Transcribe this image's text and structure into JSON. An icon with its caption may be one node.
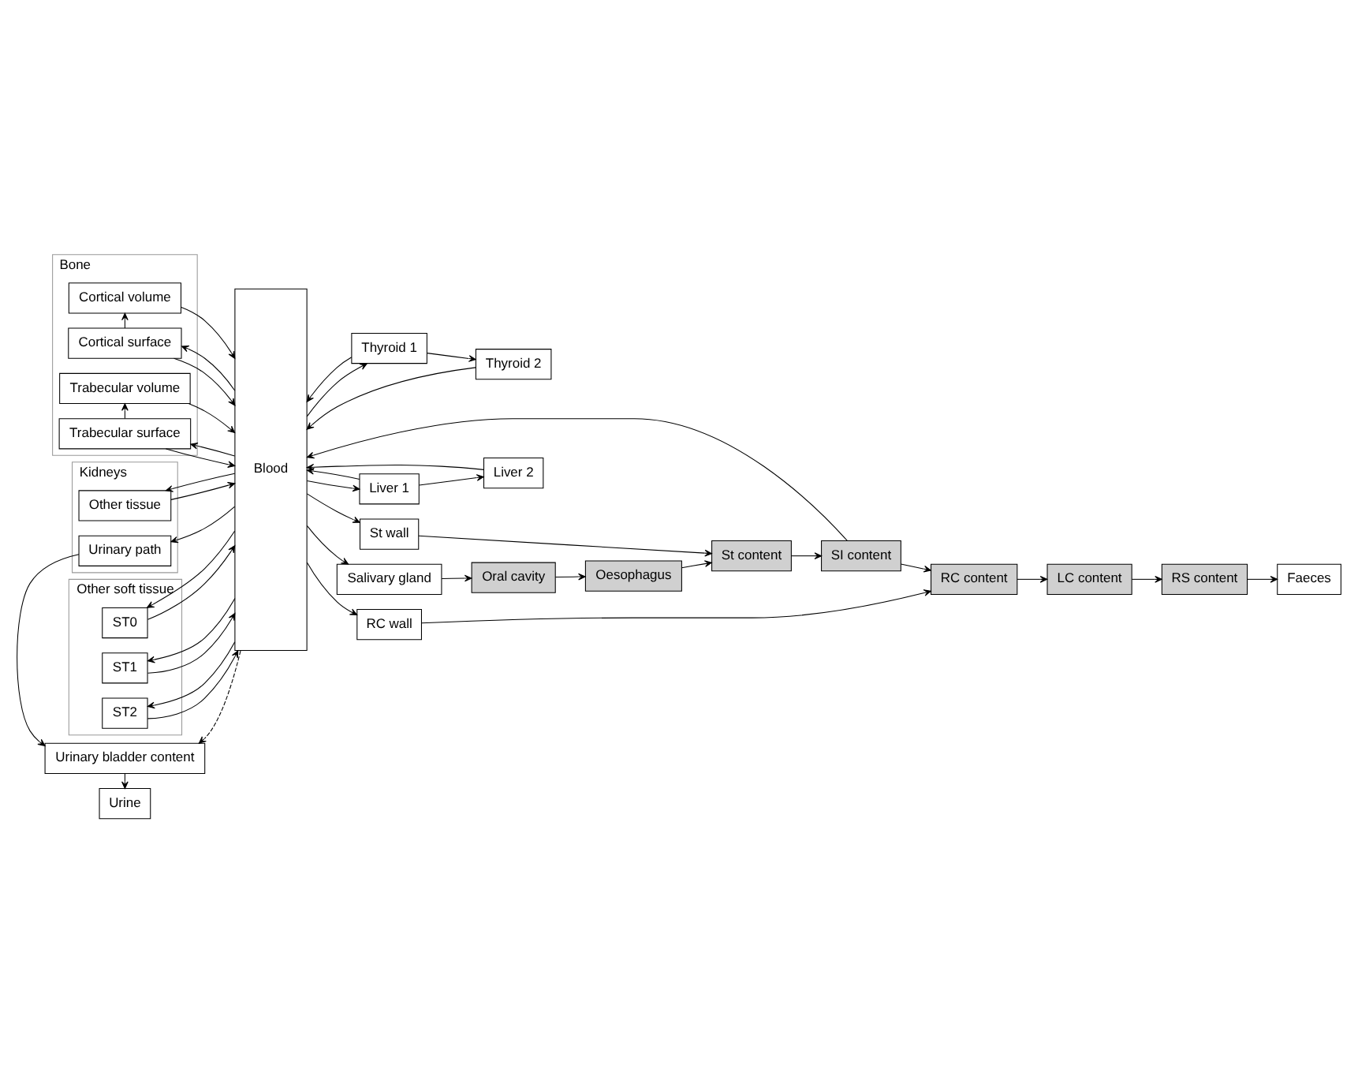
{
  "diagram": {
    "nodes": [
      {
        "text": [
          "Other soft tissue"
        ]
      },
      {
        "text": [
          "ST0"
        ],
        "in": 0
      },
      {
        "text": [
          "ST1"
        ],
        "in": 0
      },
      {
        "text": [
          "ST2"
        ],
        "in": 0
      },
      {
        "text": [
          "Blood"
        ]
      },
      {
        "text": [
          "Thyroid 1"
        ]
      },
      {
        "text": [
          "Thyroid 2"
        ]
      },
      {
        "text": [
          "Salivary gland"
        ]
      },
      {
        "text": [
          "Bone"
        ]
      },
      {
        "text": [
          "Cortical volume"
        ],
        "in": 8
      },
      {
        "text": [
          "Cortical surface"
        ],
        "in": 8
      },
      {
        "text": [
          "Liver 2"
        ]
      },
      {
        "text": [
          "Oral cavity"
        ]
      },
      {
        "text": [
          "Liver 1"
        ]
      },
      {
        "text": [
          "Oesophagus"
        ]
      },
      {
        "text": [
          "Trabecular volume"
        ],
        "in": 8
      },
      {
        "text": [
          "Trabecular surface"
        ],
        "in": 8
      },
      {
        "text": [
          "St wall"
        ]
      },
      {
        "text": [
          "St content"
        ]
      },
      {
        "text": [
          "SI content"
        ]
      },
      {
        "text": [
          "Kidneys"
        ]
      },
      {
        "text": [
          "Other tissue"
        ],
        "in": 20
      },
      {
        "text": [
          "RC wall"
        ]
      },
      {
        "text": [
          "RC content"
        ]
      },
      {
        "text": [
          "LC content"
        ]
      },
      {
        "text": [
          "Urinary bladder content"
        ]
      },
      {
        "text": [
          "Urine"
        ]
      },
      {
        "text": [
          "Urinary path"
        ],
        "in": 20
      },
      {
        "text": [
          "RS content"
        ]
      },
      {
        "text": [
          "Faeces"
        ]
      }
    ],
    "edges": [
      {
        "from": 4,
        "to": 1,
        "arrow": "to"
      },
      {
        "from": 1,
        "to": 4,
        "arrow": "to"
      },
      {
        "from": 4,
        "to": 2,
        "arrow": "to"
      },
      {
        "from": 2,
        "to": 4,
        "arrow": "to"
      },
      {
        "from": 4,
        "to": 3,
        "arrow": "to"
      },
      {
        "from": 3,
        "to": 4,
        "arrow": "to"
      },
      {
        "from": 4,
        "to": 5,
        "arrow": "to"
      },
      {
        "from": 5,
        "to": 4,
        "arrow": "to"
      },
      {
        "from": 6,
        "to": 4,
        "arrow": "to"
      },
      {
        "from": 5,
        "to": 6,
        "arrow": "to"
      },
      {
        "from": 4,
        "to": 7,
        "arrow": "to"
      },
      {
        "from": 7,
        "to": 12,
        "arrow": "to"
      },
      {
        "from": 9,
        "to": 4,
        "arrow": "to"
      },
      {
        "from": 10,
        "to": 4,
        "arrow": "to"
      },
      {
        "from": 4,
        "to": 10,
        "arrow": "to"
      },
      {
        "from": 10,
        "to": 9,
        "arrow": "to"
      },
      {
        "from": 11,
        "to": 4,
        "arrow": "to"
      },
      {
        "from": 4,
        "to": 13,
        "arrow": "to"
      },
      {
        "from": 13,
        "to": 4,
        "arrow": "to"
      },
      {
        "from": 13,
        "to": 11,
        "arrow": "to"
      },
      {
        "from": 12,
        "to": 14,
        "arrow": "to"
      },
      {
        "from": 16,
        "to": 4,
        "arrow": "to"
      },
      {
        "from": 4,
        "to": 16,
        "arrow": "to"
      },
      {
        "from": 16,
        "to": 15,
        "arrow": "to"
      },
      {
        "from": 15,
        "to": 4,
        "arrow": "to"
      },
      {
        "from": 4,
        "to": 17,
        "arrow": "to"
      },
      {
        "from": 17,
        "to": 18,
        "arrow": "to"
      },
      {
        "from": 14,
        "to": 18,
        "arrow": "to"
      },
      {
        "from": 18,
        "to": 19,
        "arrow": "to"
      },
      {
        "from": 19,
        "to": 4,
        "arrow": "to"
      },
      {
        "from": 19,
        "to": 23,
        "arrow": "to"
      },
      {
        "from": 4,
        "to": 22,
        "arrow": "to"
      },
      {
        "from": 22,
        "to": 23,
        "arrow": "to"
      },
      {
        "from": 23,
        "to": 24,
        "arrow": "to"
      },
      {
        "from": 24,
        "to": 28,
        "arrow": "to"
      },
      {
        "from": 28,
        "to": 29,
        "arrow": "to"
      },
      {
        "from": 4,
        "to": 21,
        "arrow": "to"
      },
      {
        "from": 21,
        "to": 4,
        "arrow": "to"
      },
      {
        "from": 4,
        "to": 27,
        "arrow": "to"
      },
      {
        "from": 27,
        "to": 25,
        "arrow": "to"
      },
      {
        "from": 4,
        "to": 25,
        "arrow": "to",
        "style": "dashed"
      },
      {
        "from": 25,
        "to": 26,
        "arrow": "to"
      }
    ]
  }
}
